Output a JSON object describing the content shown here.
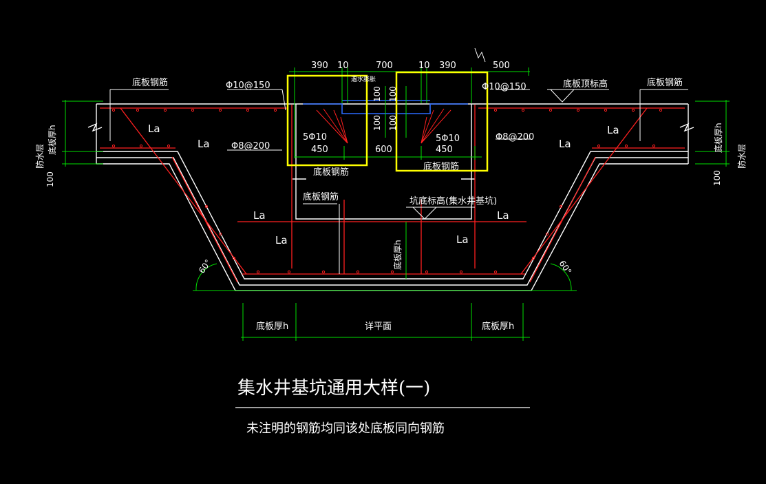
{
  "drawing": {
    "title": "集水井基坑通用大样(一)",
    "note": "未注明的钢筋均同该处底板同向钢筋"
  },
  "labels": {
    "bottom_rebar": "底板钢筋",
    "bottom_top_elev": "底板顶标高",
    "pit_bottom_elev": "坑底标高(集水井基坑)",
    "slab_thickness_h": "底板厚h",
    "waterproof": "防水层",
    "see_plan": "详平面",
    "la": "La",
    "rebar_10_150": "Φ10@150",
    "rebar_8_200": "Φ8@200",
    "rebar_5_10": "5Φ10",
    "concrete_label": "遇水膨胀",
    "angle_60": "60°"
  },
  "dims": {
    "d390": "390",
    "d10": "10",
    "d700": "700",
    "d500": "500",
    "d450": "450",
    "d600": "600",
    "d100": "100"
  },
  "colors": {
    "background": "#000000",
    "lines": "#ffffff",
    "rebar": "#ff2020",
    "dimension": "#00e000",
    "highlight": "#ffff00",
    "waterstop": "#2a6bff"
  }
}
